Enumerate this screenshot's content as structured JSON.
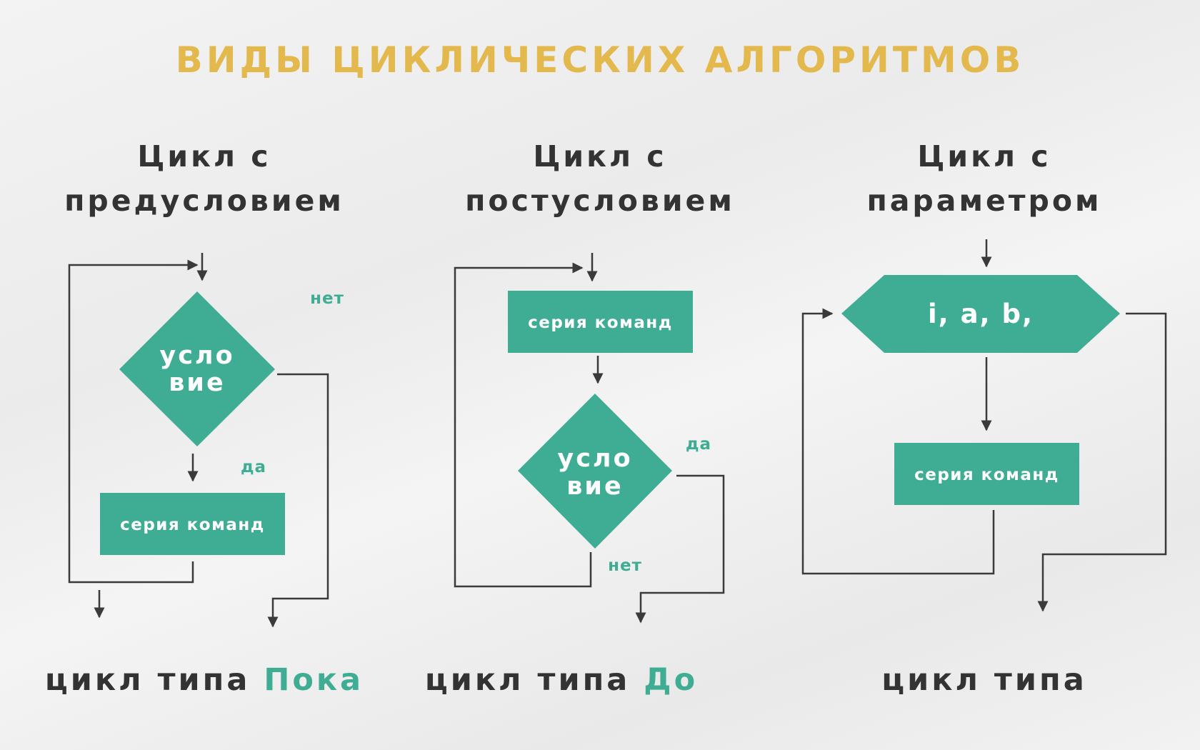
{
  "title": "ВИДЫ ЦИКЛИЧЕСКИХ АЛГОРИТМОВ",
  "columns": [
    {
      "title_line1": "Цикл с",
      "title_line2": "предусловием",
      "condition_line1": "усло",
      "condition_line2": "вие",
      "no_label": "нет",
      "yes_label": "да",
      "block_label": "серия команд",
      "caption_prefix": "цикл типа ",
      "caption_accent": "Пока"
    },
    {
      "title_line1": "Цикл с",
      "title_line2": "постусловием",
      "block_label": "серия команд",
      "condition_line1": "усло",
      "condition_line2": "вие",
      "yes_label": "да",
      "no_label": "нет",
      "caption_prefix": "цикл типа ",
      "caption_accent": "До"
    },
    {
      "title_line1": "Цикл с",
      "title_line2": "параметром",
      "param_label": "i, a, b,",
      "block_label": "серия команд",
      "caption_prefix": "цикл типа",
      "caption_accent": ""
    }
  ],
  "colors": {
    "accent_green": "#3fad93",
    "title_gold": "#e3b84d",
    "text_dark": "#333333",
    "line": "#3a3a3a"
  }
}
